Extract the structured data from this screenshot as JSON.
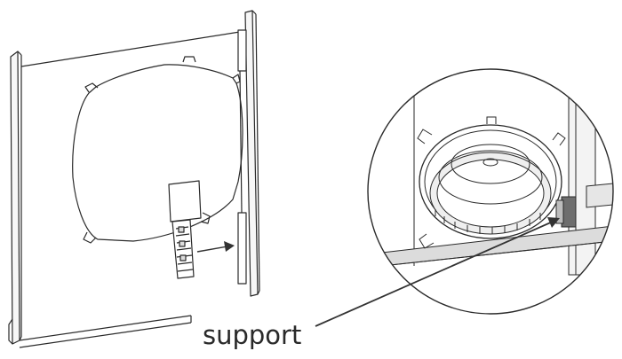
{
  "diagram": {
    "callout_label": "support",
    "colors": {
      "line": "#2a2a2a",
      "frame_fill": "#f7f7f7",
      "detail_gray": "#dcdcdc",
      "detail_dark": "#6e6e6e",
      "arrow": "#333333"
    },
    "icons": {
      "left_view": "wall-mount-exploded-drawing",
      "right_view": "magnified-support-detail",
      "pointer": "callout-arrow"
    }
  }
}
